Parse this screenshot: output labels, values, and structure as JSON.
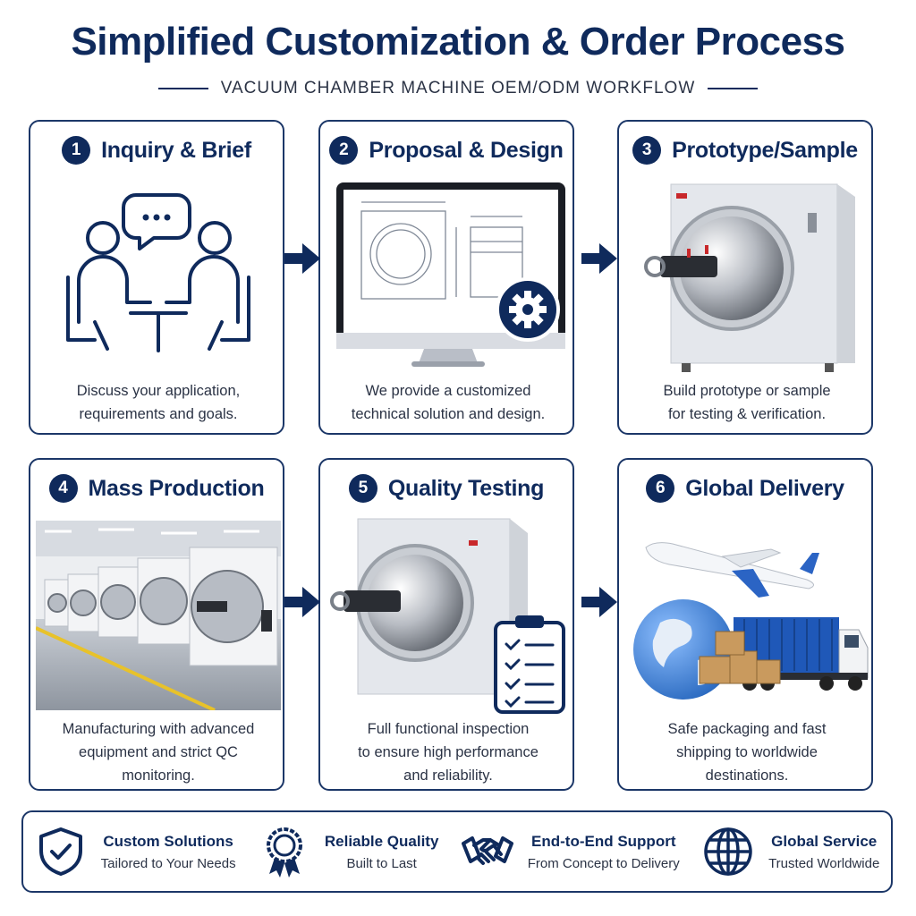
{
  "header": {
    "title": "Simplified Customization & Order Process",
    "subtitle": "VACUUM CHAMBER MACHINE OEM/ODM WORKFLOW"
  },
  "steps": [
    {
      "number": "1",
      "title": "Inquiry & Brief",
      "desc": [
        "Discuss your application,",
        "requirements and goals."
      ],
      "icon": "consultation-icon"
    },
    {
      "number": "2",
      "title": "Proposal & Design",
      "desc": [
        "We provide a customized",
        "technical solution and design."
      ],
      "icon": "monitor-design-icon"
    },
    {
      "number": "3",
      "title": "Prototype/Sample",
      "desc": [
        "Build prototype or sample",
        "for testing & verification."
      ],
      "icon": "vacuum-chamber-image"
    },
    {
      "number": "4",
      "title": "Mass Production",
      "desc": [
        "Manufacturing with advanced",
        "equipment and strict QC",
        "monitoring."
      ],
      "icon": "factory-floor-image"
    },
    {
      "number": "5",
      "title": "Quality Testing",
      "desc": [
        "Full functional inspection",
        "to ensure high performance",
        "and reliability."
      ],
      "icon": "checklist-icon"
    },
    {
      "number": "6",
      "title": "Global Delivery",
      "desc": [
        "Safe packaging and fast",
        "shipping to worldwide",
        "destinations."
      ],
      "icon": "globe-logistics-icon"
    }
  ],
  "features": [
    {
      "title": "Custom Solutions",
      "sub": "Tailored to Your Needs",
      "icon": "shield-check-icon"
    },
    {
      "title": "Reliable Quality",
      "sub": "Built to Last",
      "icon": "award-ribbon-icon"
    },
    {
      "title": "End-to-End Support",
      "sub": "From Concept to Delivery",
      "icon": "handshake-icon"
    },
    {
      "title": "Global Service",
      "sub": "Trusted Worldwide",
      "icon": "globe-icon"
    }
  ],
  "colors": {
    "primary": "#0f2a5c",
    "border": "#1c3768",
    "machine": "#e4e7ec"
  }
}
